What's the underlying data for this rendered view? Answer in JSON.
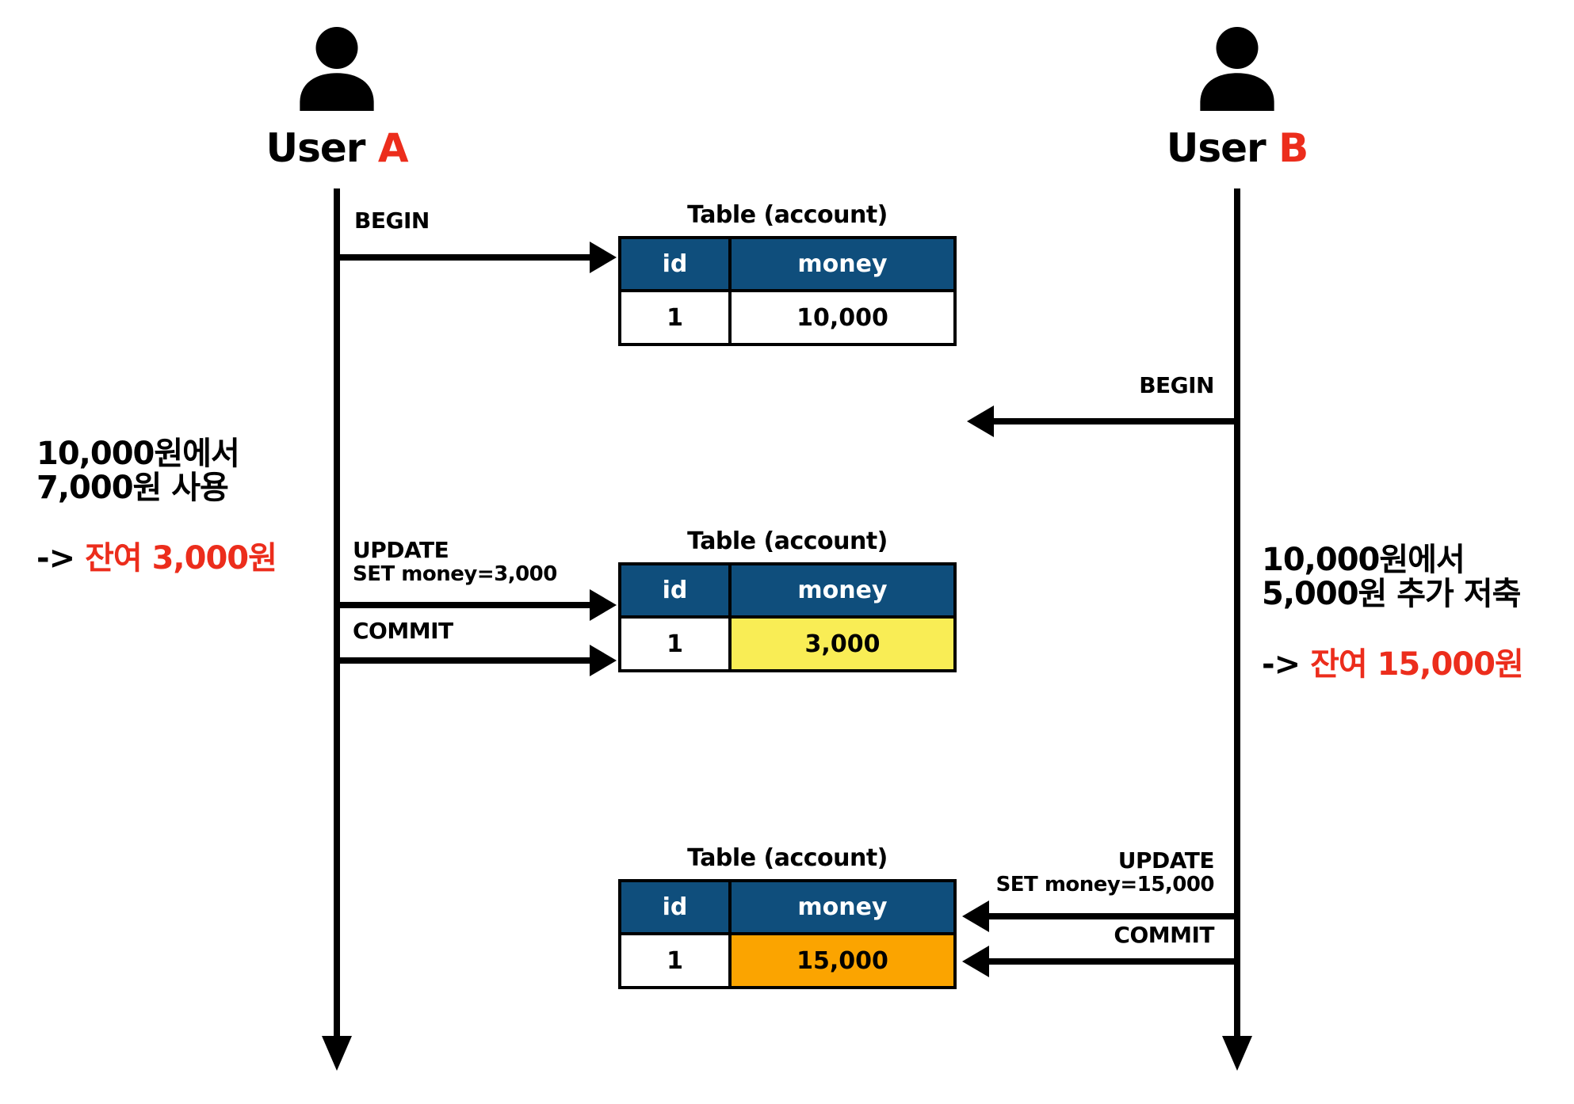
{
  "users": [
    {
      "name": "User",
      "letter": "A"
    },
    {
      "name": "User",
      "letter": "B"
    }
  ],
  "lane_a": {
    "begin": "BEGIN",
    "update": "UPDATE",
    "update_set": "SET money=3,000",
    "commit": "COMMIT"
  },
  "lane_b": {
    "begin": "BEGIN",
    "update": "UPDATE",
    "update_set": "SET money=15,000",
    "commit": "COMMIT"
  },
  "tables": [
    {
      "title": "Table (account)",
      "headers": [
        "id",
        "money"
      ],
      "row": [
        "1",
        "10,000"
      ],
      "money_bg": "#FFFFFF"
    },
    {
      "title": "Table (account)",
      "headers": [
        "id",
        "money"
      ],
      "row": [
        "1",
        "3,000"
      ],
      "money_bg": "#F9ED55"
    },
    {
      "title": "Table (account)",
      "headers": [
        "id",
        "money"
      ],
      "row": [
        "1",
        "15,000"
      ],
      "money_bg": "#FBA400"
    }
  ],
  "notes": {
    "left": {
      "line1": "10,000원에서",
      "line2": "7,000원 사용",
      "arrow": "->",
      "result": "잔여 3,000원"
    },
    "right": {
      "line1": "10,000원에서",
      "line2": "5,000원 추가 저축",
      "arrow": "->",
      "result": "잔여 15,000원"
    }
  },
  "colors": {
    "header_blue": "#0F4E7C",
    "accent_red": "#EC2D1C",
    "highlight_yellow": "#F9ED55",
    "highlight_orange": "#FBA400",
    "line_black": "#000000"
  }
}
